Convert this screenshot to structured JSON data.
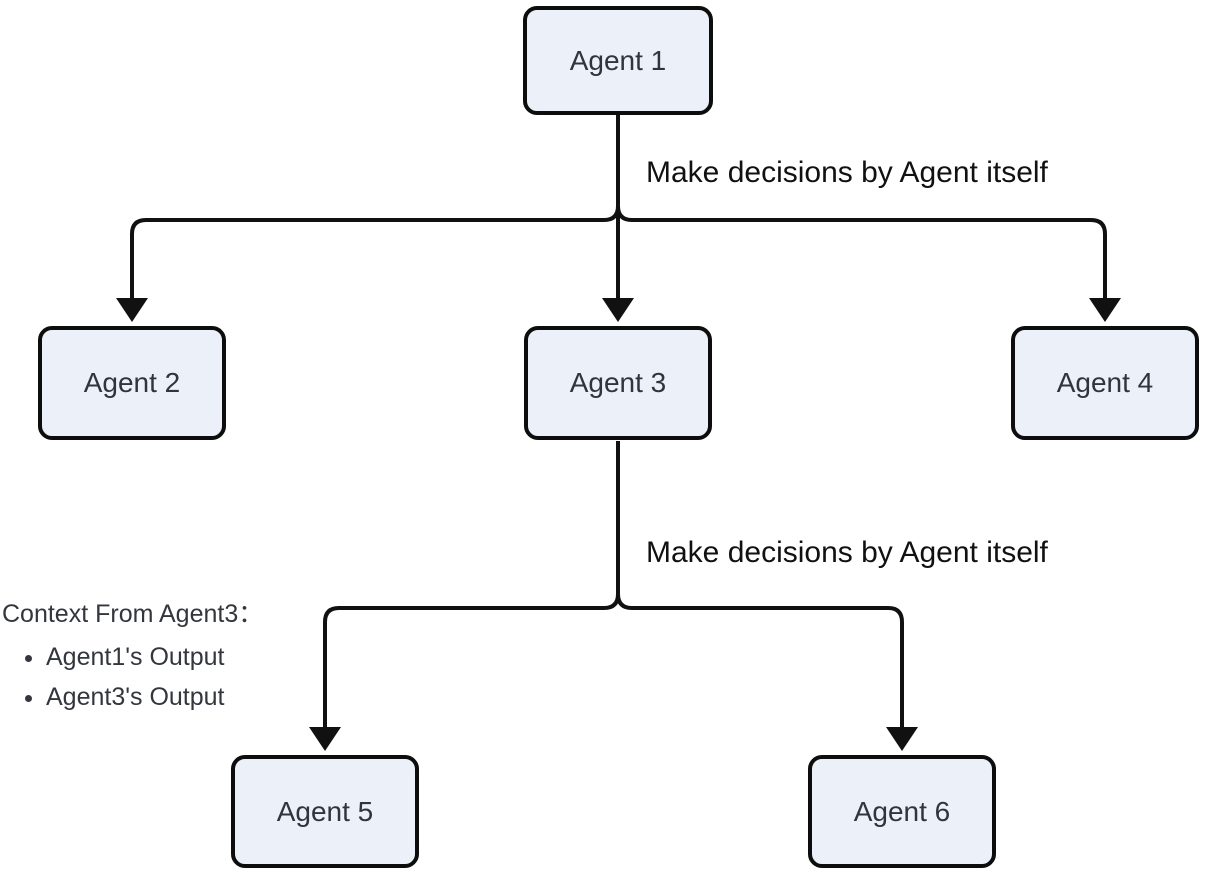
{
  "diagram": {
    "type": "flowchart",
    "direction": "top-down",
    "nodes": [
      {
        "id": "agent1",
        "label": "Agent 1"
      },
      {
        "id": "agent2",
        "label": "Agent 2"
      },
      {
        "id": "agent3",
        "label": "Agent 3"
      },
      {
        "id": "agent4",
        "label": "Agent 4"
      },
      {
        "id": "agent5",
        "label": "Agent 5"
      },
      {
        "id": "agent6",
        "label": "Agent 6"
      }
    ],
    "edges": [
      {
        "from": "agent1",
        "to": "agent2"
      },
      {
        "from": "agent1",
        "to": "agent3"
      },
      {
        "from": "agent1",
        "to": "agent4"
      },
      {
        "from": "agent3",
        "to": "agent5"
      },
      {
        "from": "agent3",
        "to": "agent6"
      }
    ],
    "edge_labels": [
      "Make decisions by Agent itself",
      "Make decisions by Agent itself"
    ],
    "note": {
      "title": "Context From Agent3：",
      "items": [
        "Agent1's Output",
        "Agent3's Output"
      ]
    },
    "colors": {
      "background": "#FFFFFF",
      "node_fill": "#ECF0F9",
      "node_border": "#0D0D0D",
      "node_text": "#30343B",
      "connector": "#111111",
      "label_text": "#111111",
      "note_text": "#33373D"
    }
  }
}
